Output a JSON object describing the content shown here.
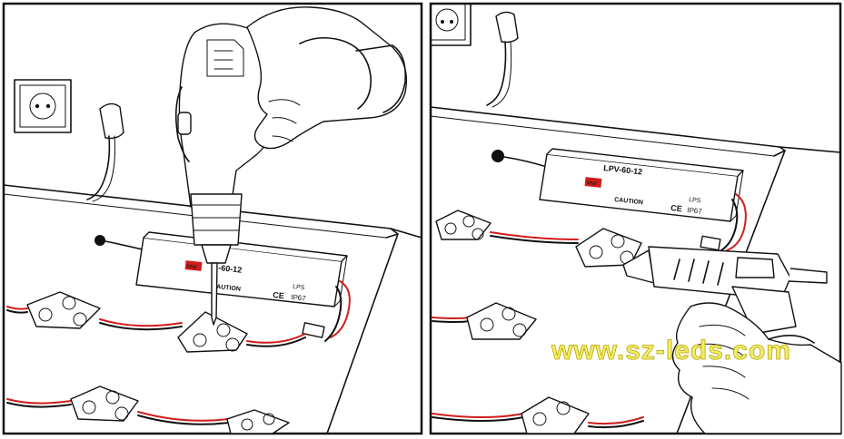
{
  "panels": [
    {
      "id": "left",
      "driver": {
        "model": "-60-12",
        "caution": "AUTION",
        "lps": "LPS",
        "ip": "IP67",
        "ce": "CE",
        "brand": "MW"
      }
    },
    {
      "id": "right",
      "driver": {
        "model": "LPV-60-12",
        "caution": "CAUTION",
        "lps": "LPS",
        "ip": "IP67",
        "ce": "CE",
        "brand": "MW"
      }
    }
  ],
  "watermark": "www.sz-leds.com",
  "colors": {
    "red_wire": "#d11d1d",
    "black_wire": "#111111",
    "watermark": "#f3ec6a"
  }
}
